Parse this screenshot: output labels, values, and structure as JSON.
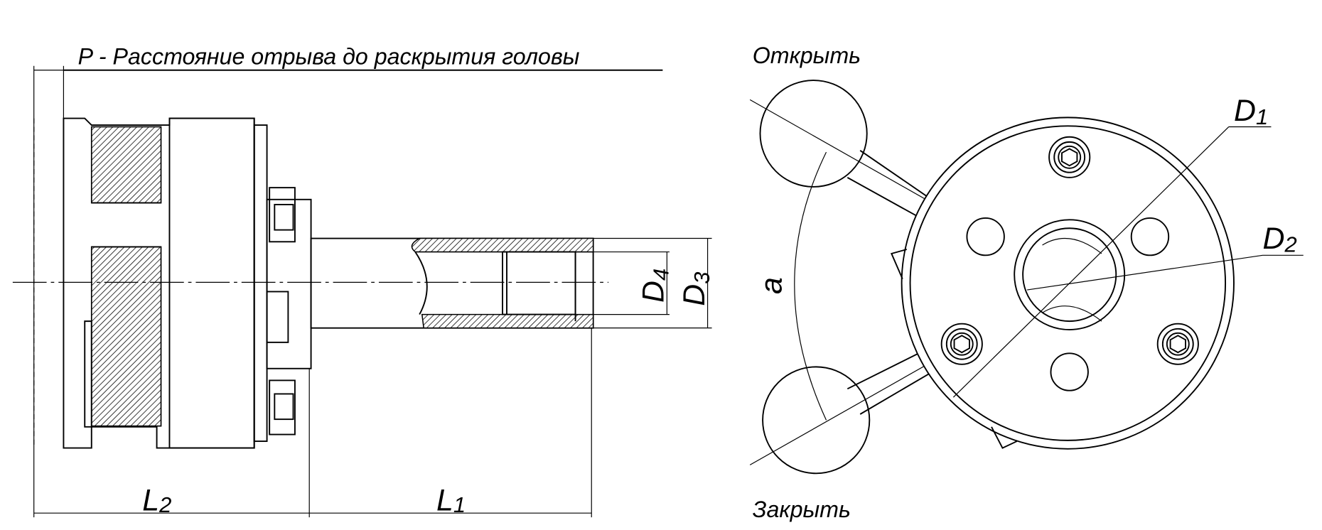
{
  "title": "P - Расстояние отрыва до раскрытия головы",
  "labels": {
    "open": "Открыть",
    "close": "Закрыть",
    "angle": "a"
  },
  "dimensions": {
    "L1": {
      "main": "L",
      "sub": "1"
    },
    "L2": {
      "main": "L",
      "sub": "2"
    },
    "D1": {
      "main": "D",
      "sub": "1"
    },
    "D2": {
      "main": "D",
      "sub": "2"
    },
    "D3": {
      "main": "D",
      "sub": "3"
    },
    "D4": {
      "main": "D",
      "sub": "4"
    }
  }
}
